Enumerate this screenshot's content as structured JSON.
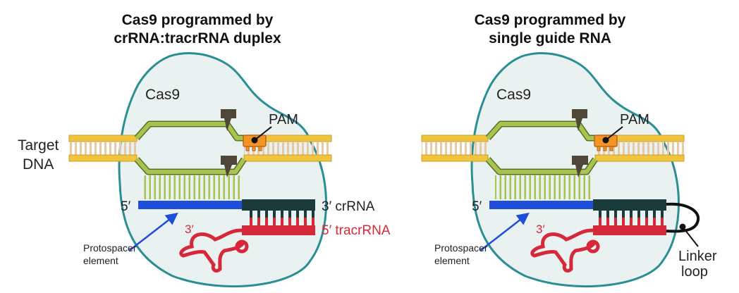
{
  "left_panel": {
    "title_line1": "Cas9 programmed by",
    "title_line2": "crRNA:tracrRNA duplex",
    "cas9_label": "Cas9",
    "pam_label": "PAM",
    "target_label_line1": "Target",
    "target_label_line2": "DNA",
    "five_prime_label": "5′",
    "crrna_label": "3′ crRNA",
    "tracr_three_prime": "3′",
    "tracrrna_label": "5′ tracrRNA",
    "protospacer_line1": "Protospacer",
    "protospacer_line2": "element"
  },
  "right_panel": {
    "title_line1": "Cas9 programmed by",
    "title_line2": "single guide RNA",
    "cas9_label": "Cas9",
    "pam_label": "PAM",
    "five_prime_label": "5′",
    "tracr_three_prime": "3′",
    "protospacer_line1": "Protospacer",
    "protospacer_line2": "element",
    "linker_line1": "Linker",
    "linker_line2": "loop"
  },
  "colors": {
    "cas9_outline": "#2a8f94",
    "cas9_fill": "#e9f2f1",
    "dna_backbone": "#f0c43c",
    "dna_rung": "#e8c9a3",
    "strand_green": "#a8c44c",
    "strand_green_dark": "#56702a",
    "protospacer_blue": "#1f4fd8",
    "crrna_dark": "#1b3a3a",
    "tracrrna_red": "#d62839",
    "pam_orange": "#f39423",
    "scissors": "#4e4636",
    "arrow_blue": "#1f4fd8"
  }
}
